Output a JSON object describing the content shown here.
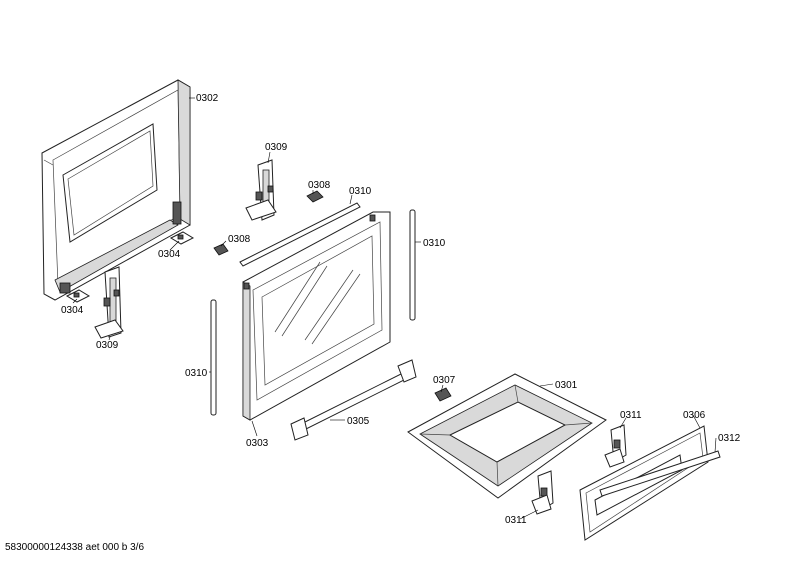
{
  "part_labels": {
    "p0302": "0302",
    "p0309_top": "0309",
    "p0308_top": "0308",
    "p0310_top": "0310",
    "p0308_mid": "0308",
    "p0310_right": "0310",
    "p0304_a": "0304",
    "p0304_b": "0304",
    "p0309_bottom": "0309",
    "p0310_left": "0310",
    "p0307": "0307",
    "p0301": "0301",
    "p0311_top": "0311",
    "p0306": "0306",
    "p0312": "0312",
    "p0305": "0305",
    "p0303": "0303",
    "p0311_bottom": "0311"
  },
  "footer_text": "58300000124338 aet 000 b 3/6",
  "colors": {
    "line": "#222222",
    "shade": "#d9d9d9",
    "background": "#ffffff"
  }
}
